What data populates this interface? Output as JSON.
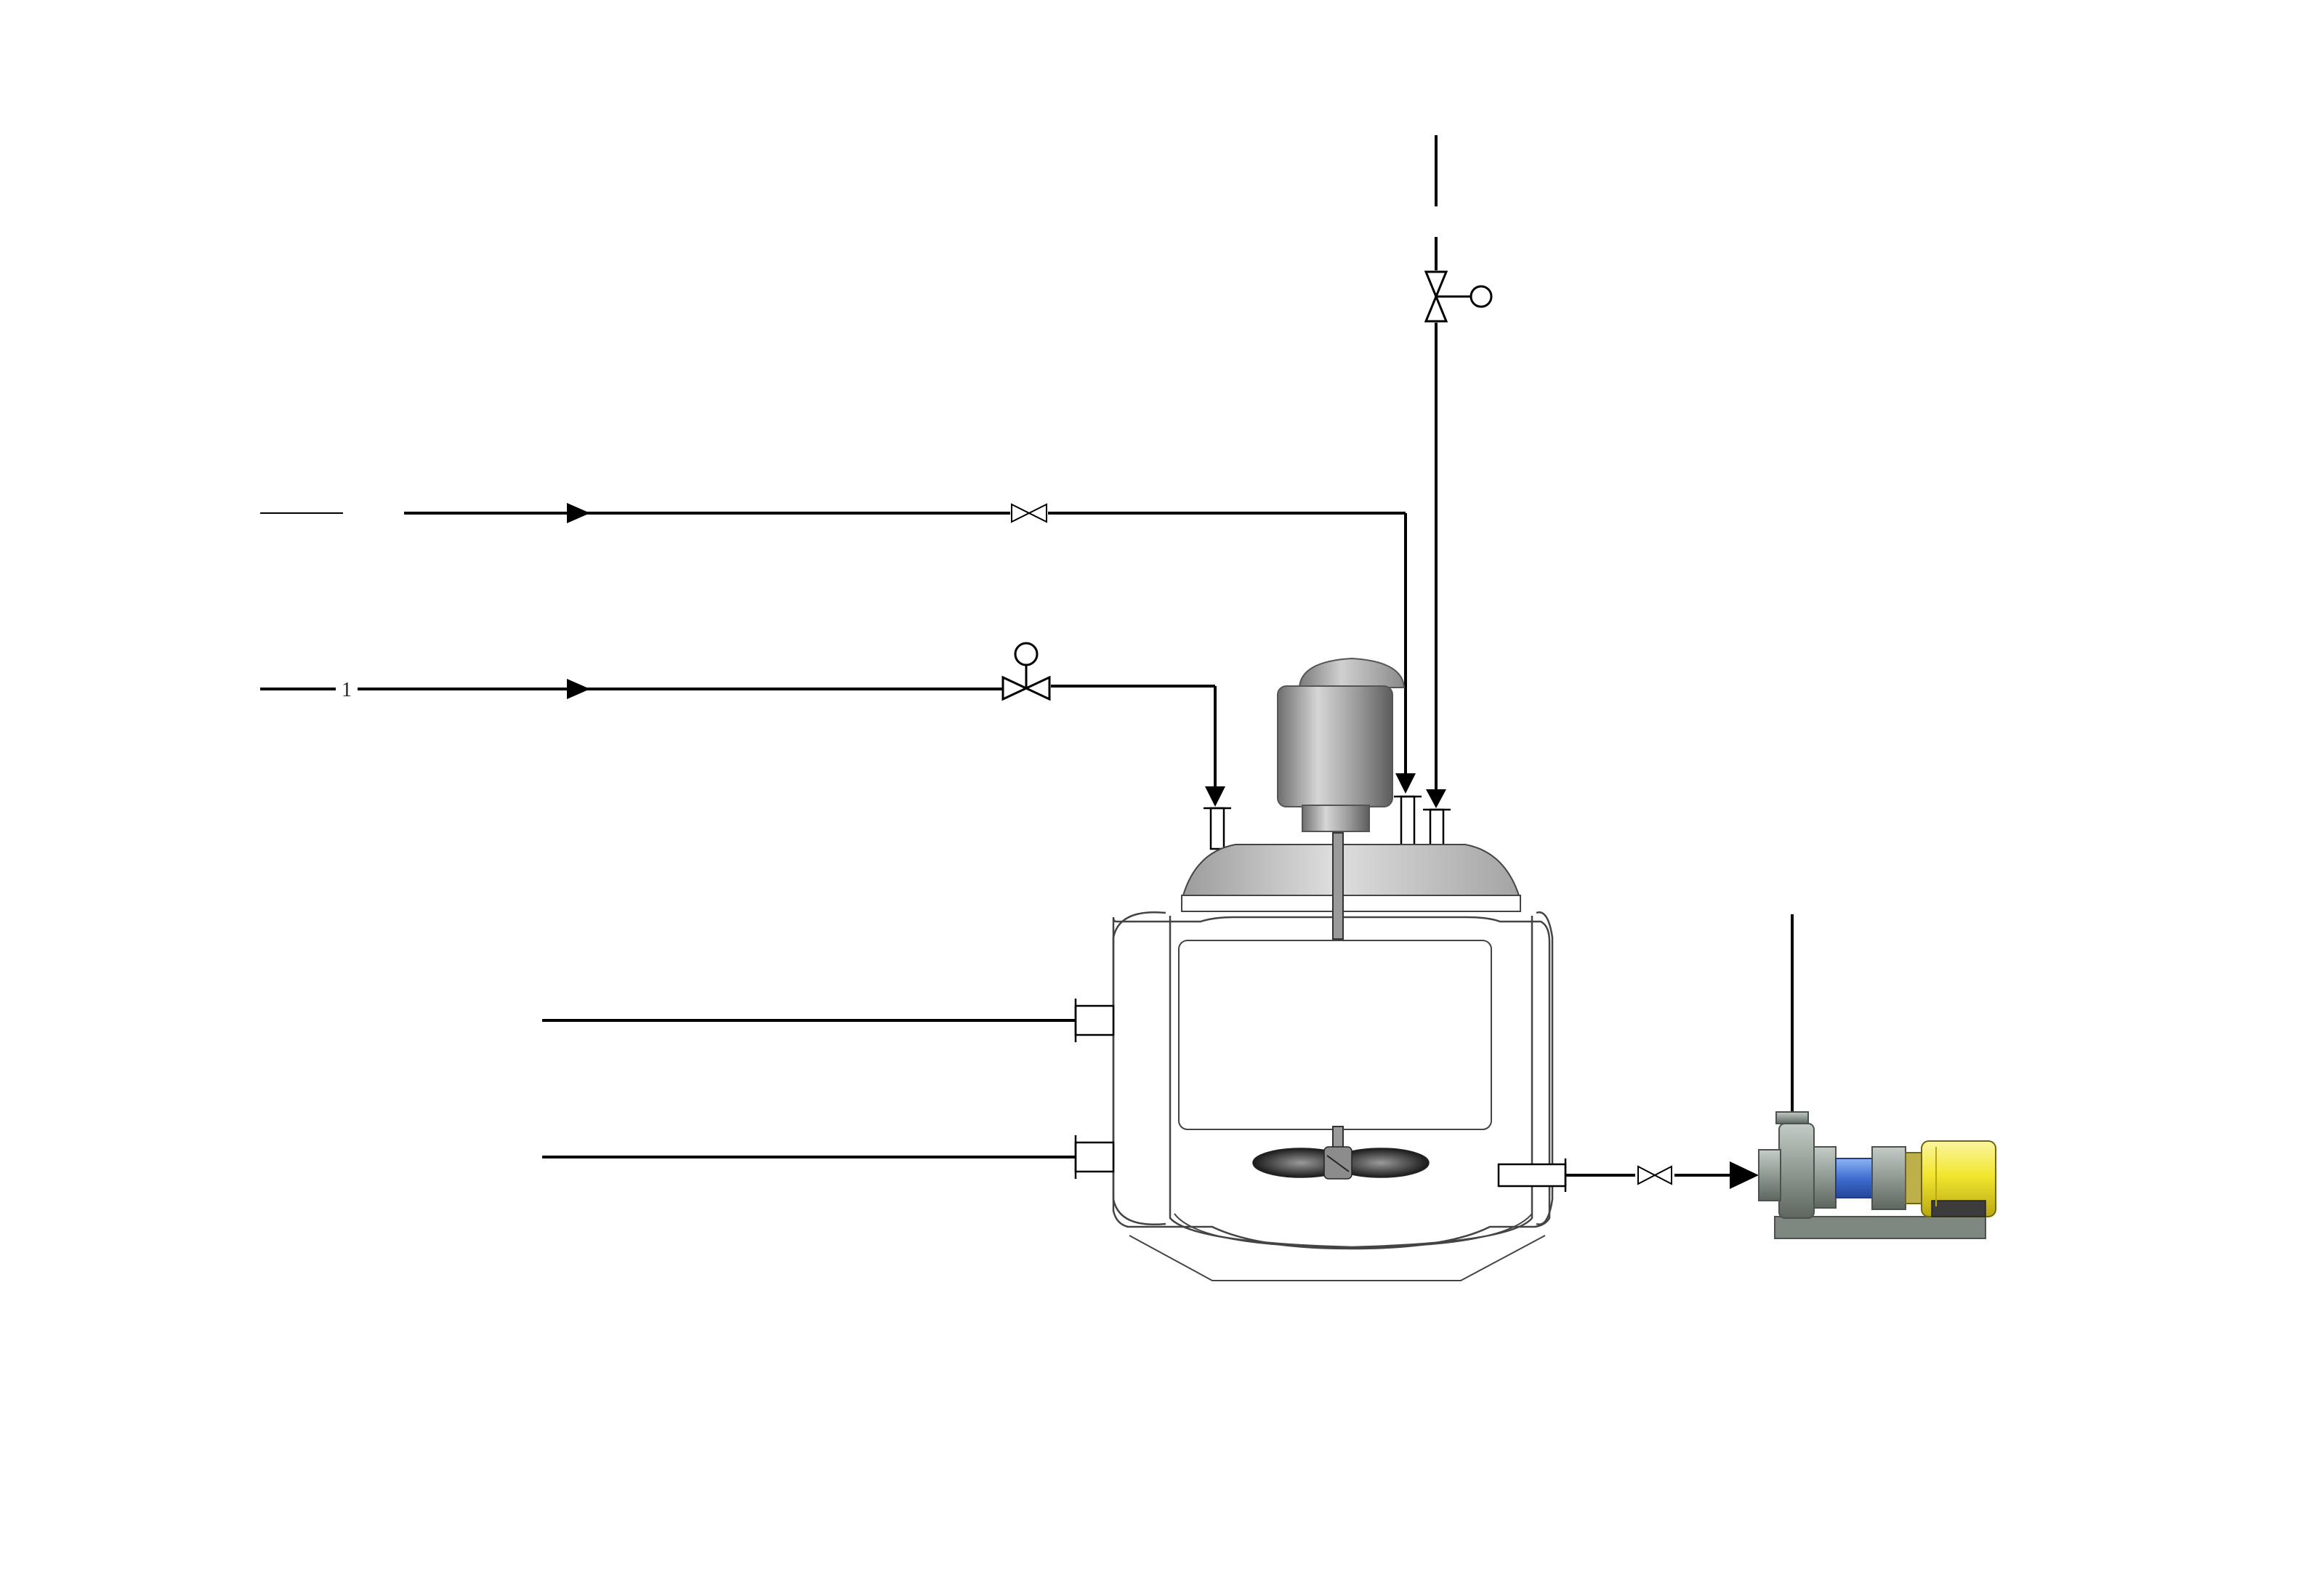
{
  "diagram": {
    "lines": [
      {
        "id": "line-1",
        "label": "1"
      }
    ],
    "colors": {
      "pipe": "#000000",
      "vessel_outline": "#444444",
      "motor_gray": "#8a8a8a",
      "pump_body": "#8f9a92",
      "pump_coupling": "#3f6fd0",
      "pump_motor": "#f2e62f",
      "background": "#ffffff"
    },
    "equipment": [
      {
        "name": "jacketed-reactor",
        "icon": "vessel-icon"
      },
      {
        "name": "agitator-motor",
        "icon": "motor-icon"
      },
      {
        "name": "centrifugal-pump",
        "icon": "pump-icon"
      }
    ],
    "valves": [
      {
        "name": "manual-gate-valve-top-line",
        "icon": "gate-valve-icon"
      },
      {
        "name": "control-valve-line-1",
        "icon": "control-valve-icon"
      },
      {
        "name": "control-valve-vertical-line",
        "icon": "control-valve-icon"
      },
      {
        "name": "manual-gate-valve-discharge",
        "icon": "gate-valve-icon"
      }
    ]
  }
}
